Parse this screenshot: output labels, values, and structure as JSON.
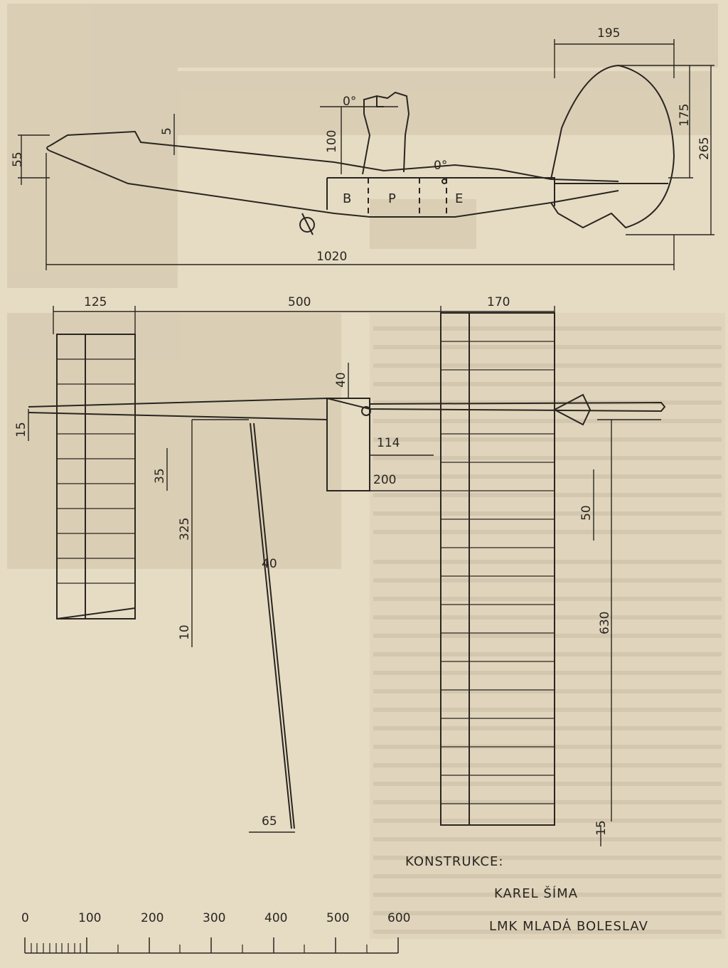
{
  "side_view": {
    "dims": {
      "span_195": "195",
      "h_175": "175",
      "h_265": "265",
      "h_100": "100",
      "h_55": "55",
      "h_5": "5",
      "angle_top": "0°",
      "angle_mid": "0°",
      "length": "1020"
    },
    "sections": [
      "B",
      "P",
      "E"
    ]
  },
  "top_view": {
    "dims": {
      "w_125": "125",
      "w_500": "500",
      "w_170": "170",
      "d_40a": "40",
      "d_15a": "15",
      "d_114": "114",
      "d_35": "35",
      "d_200": "200",
      "d_325": "325",
      "d_50": "50",
      "d_40b": "40",
      "d_10": "10",
      "d_630": "630",
      "d_65": "65",
      "d_15b": "15"
    }
  },
  "credits": {
    "heading": "KONSTRUKCE:",
    "author": "KAREL ŠÍMA",
    "club": "LMK MLADÁ BOLESLAV"
  },
  "scale": {
    "labels": [
      "0",
      "100",
      "200",
      "300",
      "400",
      "500",
      "600"
    ]
  },
  "colors": {
    "paper": "#e6dcc4",
    "ink": "#2a2520",
    "faded_text": "#b9ae97"
  }
}
